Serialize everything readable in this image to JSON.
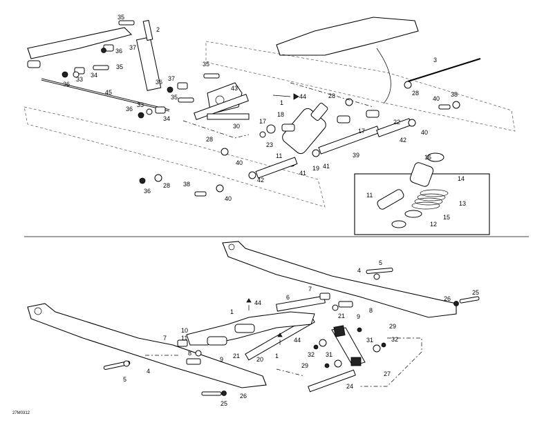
{
  "figure_code": "27M0312",
  "callouts": {
    "c1a": "1",
    "c1b": "1",
    "c1c": "1",
    "c2": "2",
    "c3": "3",
    "c4a": "4",
    "c4b": "4",
    "c5a": "5",
    "c5b": "5",
    "c6": "6",
    "c7a": "7",
    "c7b": "7",
    "c8a": "8",
    "c8b": "8",
    "c9a": "9",
    "c9b": "9",
    "c10": "10",
    "c11a": "11",
    "c11b": "11",
    "c12": "12",
    "c13": "13",
    "c14": "14",
    "c15": "15",
    "c16": "16",
    "c17a": "17",
    "c17b": "17",
    "c18": "18",
    "c19": "19",
    "c20": "20",
    "c21a": "21",
    "c21b": "21",
    "c22": "22",
    "c23": "23",
    "c24": "24",
    "c25a": "25",
    "c25b": "25",
    "c26a": "26",
    "c26b": "26",
    "c27": "27",
    "c28a": "28",
    "c28b": "28",
    "c28c": "28",
    "c28d": "28",
    "c29a": "29",
    "c29b": "29",
    "c30": "30",
    "c31a": "31",
    "c31b": "31",
    "c32a": "32",
    "c32b": "32",
    "c33a": "33",
    "c33b": "33",
    "c34a": "34",
    "c34b": "34",
    "c35a": "35",
    "c35b": "35",
    "c35c": "35",
    "c35d": "35",
    "c36a": "36",
    "c36b": "36",
    "c36c": "36",
    "c36d": "36",
    "c36e": "36",
    "c37a": "37",
    "c37b": "37",
    "c38a": "38",
    "c38b": "38",
    "c39": "39",
    "c40a": "40",
    "c40b": "40",
    "c40c": "40",
    "c40d": "40",
    "c41a": "41",
    "c41b": "41",
    "c42a": "42",
    "c42b": "42",
    "c43": "43",
    "c44a": "44",
    "c44b": "44",
    "c44c": "44",
    "c45": "45"
  }
}
